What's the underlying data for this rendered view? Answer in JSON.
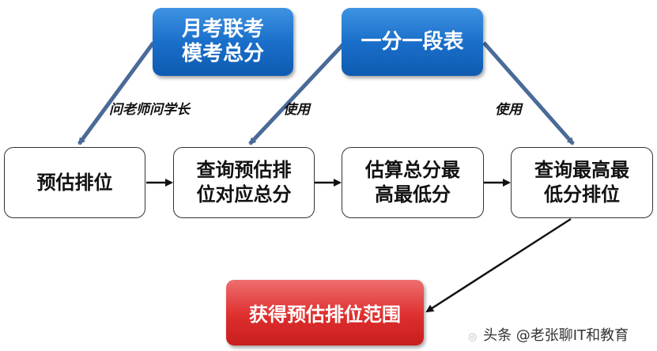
{
  "sources": {
    "exam_total": {
      "line1": "月考联考",
      "line2": "模考总分"
    },
    "score_table": "一分一段表"
  },
  "steps": [
    {
      "line1": "预估排位",
      "line2": ""
    },
    {
      "line1": "查询预估排",
      "line2": "位对应总分"
    },
    {
      "line1": "估算总分最",
      "line2": "高最低分"
    },
    {
      "line1": "查询最高最",
      "line2": "低分排位"
    }
  ],
  "result": "获得预估排位范围",
  "edge_labels": {
    "ask": "问老师问学长",
    "use_1": "使用",
    "use_2": "使用"
  },
  "watermark": {
    "icon": "wechat-icon",
    "text": "头条 @老张聊IT和教育"
  },
  "colors": {
    "source_blue": "#1a6fca",
    "result_red": "#de2e2e",
    "arrow_main": "#4a6a98",
    "arrow_step": "#111111"
  }
}
